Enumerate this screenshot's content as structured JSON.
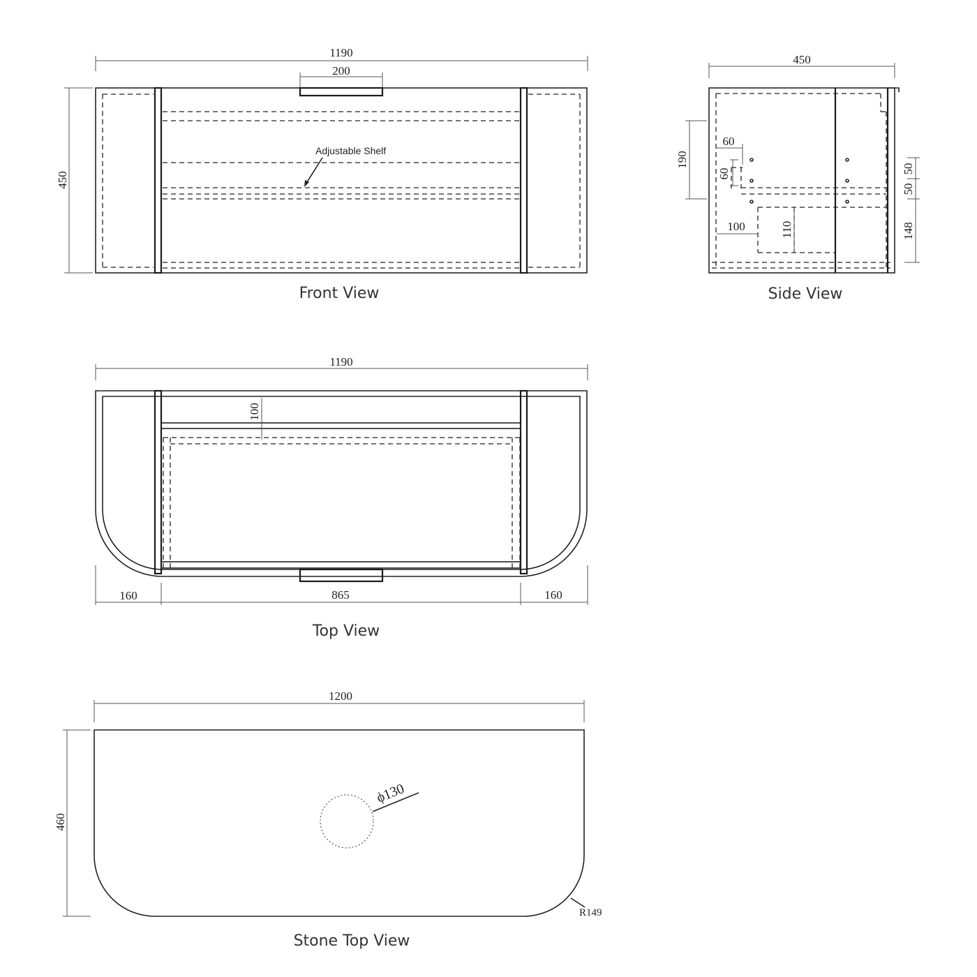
{
  "front_view": {
    "caption": "Front View",
    "dim_width": "1190",
    "dim_handle": "200",
    "dim_height": "450",
    "note": "Adjustable Shelf"
  },
  "side_view": {
    "caption": "Side View",
    "dim_depth": "450",
    "dim_190": "190",
    "dim_60_h": "60",
    "dim_60_v": "60",
    "dim_100": "100",
    "dim_110": "110",
    "dim_50_a": "50",
    "dim_50_b": "50",
    "dim_148": "148"
  },
  "top_view": {
    "caption": "Top View",
    "dim_width": "1190",
    "dim_100": "100",
    "dim_left": "160",
    "dim_center": "865",
    "dim_right": "160"
  },
  "stone_top_view": {
    "caption": "Stone Top View",
    "dim_width": "1200",
    "dim_height": "460",
    "dim_hole": "ϕ130",
    "dim_radius": "R149"
  }
}
